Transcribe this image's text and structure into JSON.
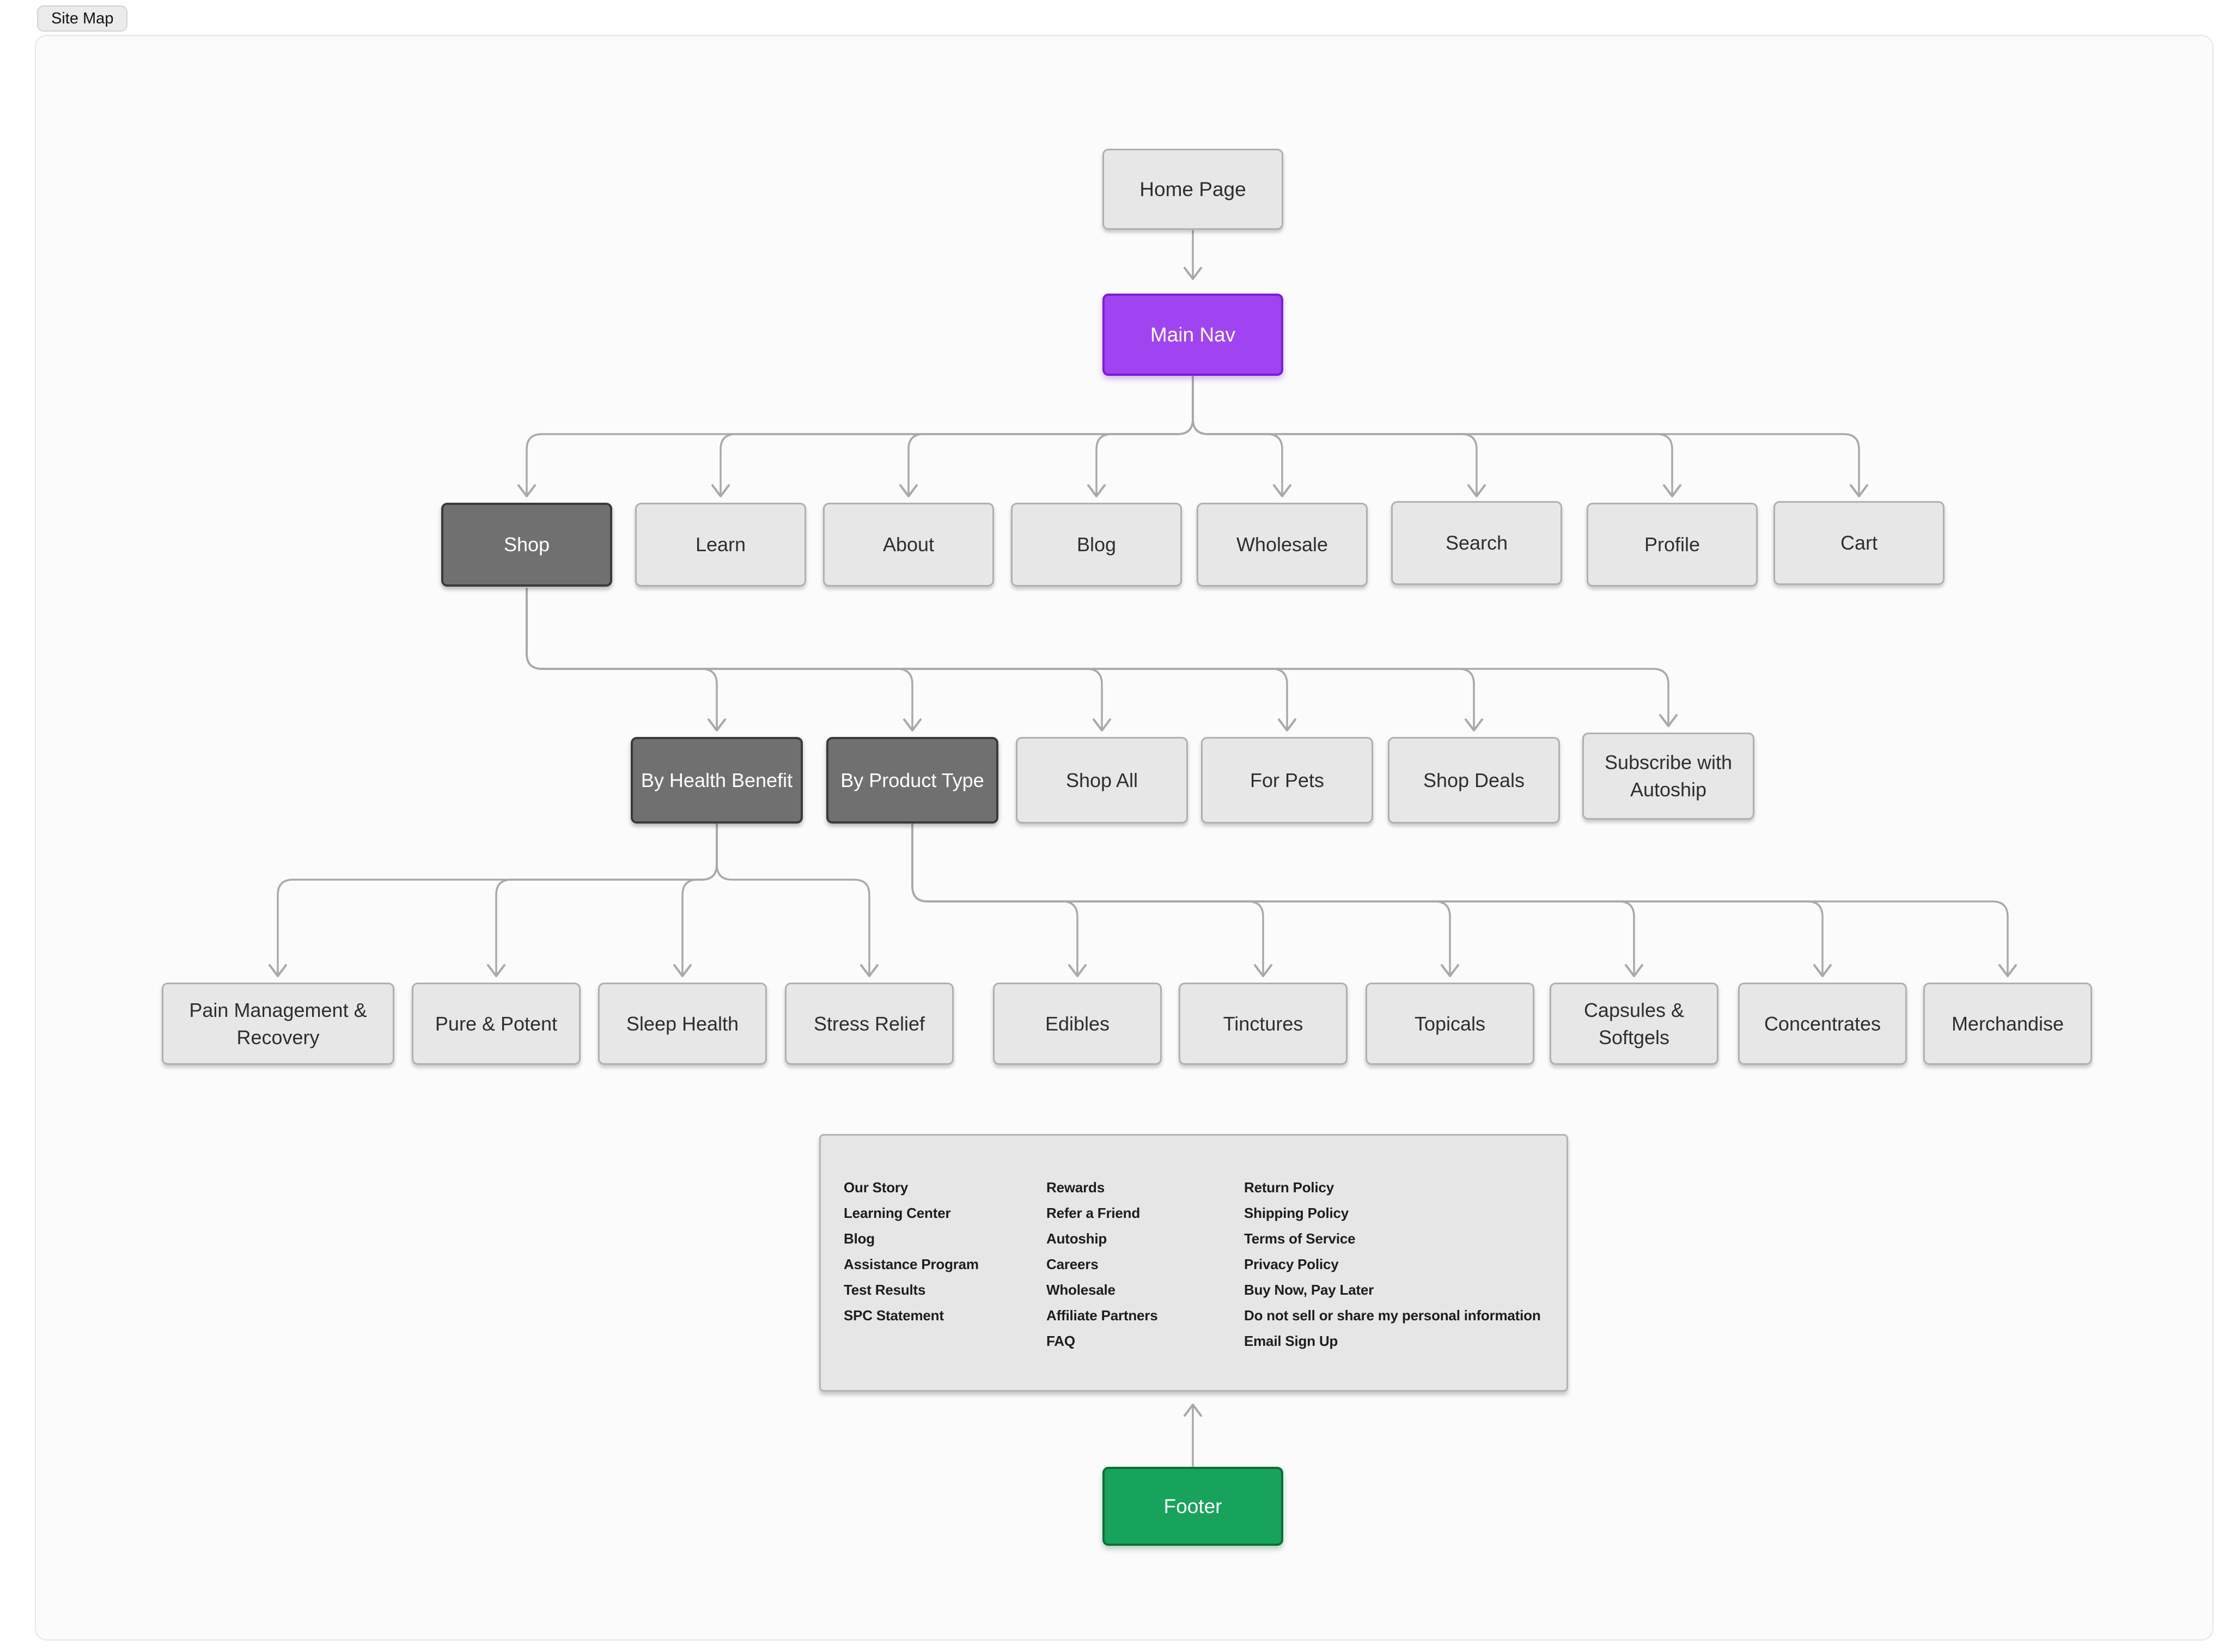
{
  "page": {
    "tab_label": "Site Map"
  },
  "nodes": {
    "home_page": "Home Page",
    "main_nav": "Main Nav",
    "shop": "Shop",
    "learn": "Learn",
    "about": "About",
    "blog": "Blog",
    "wholesale": "Wholesale",
    "search": "Search",
    "profile": "Profile",
    "cart": "Cart",
    "by_health_benefit": "By Health Benefit",
    "by_product_type": "By Product Type",
    "shop_all": "Shop All",
    "for_pets": "For Pets",
    "shop_deals": "Shop Deals",
    "subscribe_with_autoship": "Subscribe with Autoship",
    "pain_management_recovery": "Pain Management & Recovery",
    "pure_potent": "Pure & Potent",
    "sleep_health": "Sleep Health",
    "stress_relief": "Stress Relief",
    "edibles": "Edibles",
    "tinctures": "Tinctures",
    "topicals": "Topicals",
    "capsules_softgels": "Capsules & Softgels",
    "concentrates": "Concentrates",
    "merchandise": "Merchandise",
    "footer": "Footer"
  },
  "footer_links": {
    "col1": [
      "Our Story",
      "Learning Center",
      "Blog",
      "Assistance Program",
      "Test Results",
      "SPC Statement"
    ],
    "col2": [
      "Rewards",
      "Refer a Friend",
      "Autoship",
      "Careers",
      "Wholesale",
      "Affiliate Partners",
      "FAQ"
    ],
    "col3": [
      "Return Policy",
      "Shipping Policy",
      "Terms of Service",
      "Privacy Policy",
      "Buy Now, Pay Later",
      "Do not sell or share my personal information",
      "Email Sign Up"
    ]
  },
  "colors": {
    "panel_bg": "#fbfbfb",
    "panel_border": "#e6e6e6",
    "edge": "#a9a9a9",
    "node_light_bg": "#e7e7e7",
    "node_light_border": "#b0b0b0",
    "node_dark_bg": "#707070",
    "node_dark_border": "#3a3a3a",
    "purple_bg": "#a044f2",
    "purple_border": "#7a1fd0",
    "green_bg": "#17a35b",
    "green_border": "#0e6e3a"
  }
}
